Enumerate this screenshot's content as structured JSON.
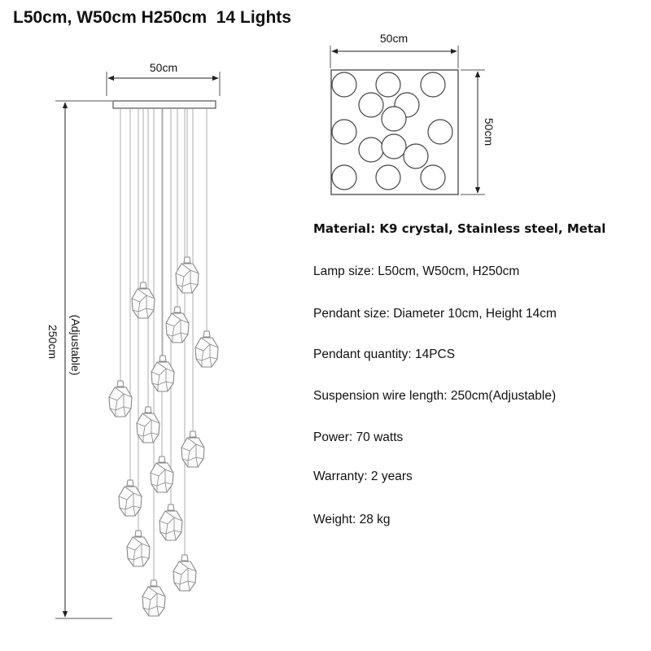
{
  "title": "L50cm, W50cm H250cm  14 Lights",
  "side_view": {
    "width_label": "50cm",
    "height_label": "250cm",
    "adjustable_label": "(Adjustable)"
  },
  "top_view": {
    "width_label": "50cm",
    "depth_label": "50cm"
  },
  "specs": [
    "Material: K9 crystal, Stainless steel, Metal",
    "Lamp size: L50cm, W50cm, H250cm",
    "Pendant size: Diameter 10cm, Height 14cm",
    "Pendant quantity: 14PCS",
    "Suspension wire length: 250cm(Adjustable)",
    "Power: 70 watts",
    "Warranty: 2 years",
    "Weight: 28 kg"
  ],
  "colors": {
    "line": "#555555",
    "text": "#111111",
    "pendant": "#888888"
  }
}
